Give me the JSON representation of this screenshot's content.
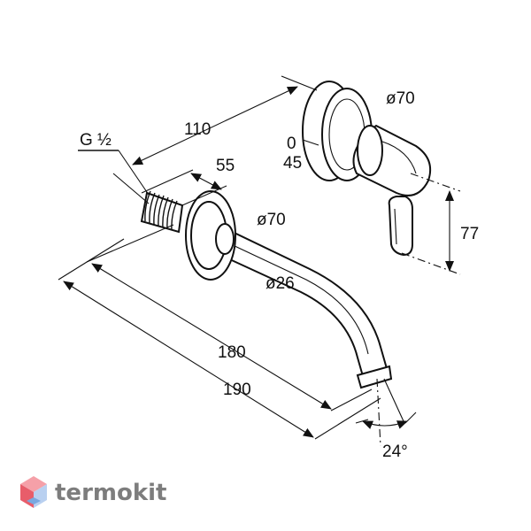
{
  "dimensions": {
    "thread_label": "G ½",
    "spout_reach": "180",
    "total_reach": "190",
    "wall_to_lever": "110",
    "thread_length": "55",
    "rosette_spout": "ø70",
    "rosette_lever": "ø70",
    "pipe_diameter": "ø26",
    "adjust_range_min": "0",
    "adjust_range_max": "45",
    "lever_height": "77",
    "spout_angle": "24°"
  },
  "brand": {
    "name": "termokit",
    "logo_colors": [
      "#e85d6a",
      "#f5a0a8",
      "#7aa8e0",
      "#b9d0f0"
    ]
  }
}
